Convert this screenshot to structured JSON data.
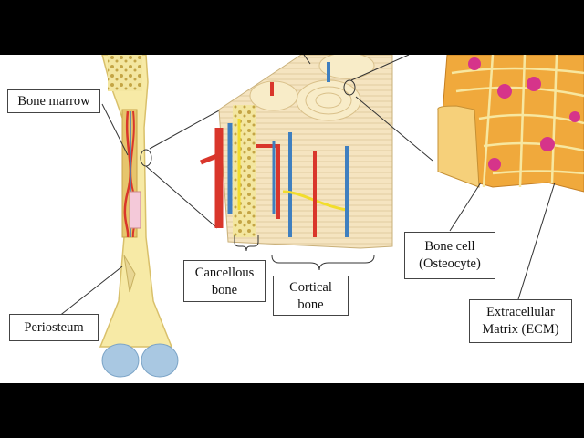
{
  "labels": {
    "bone_marrow": "Bone marrow",
    "periosteum": "Periosteum",
    "cancellous_line1": "Cancellous",
    "cancellous_line2": "bone",
    "cortical_line1": "Cortical",
    "cortical_line2": "bone",
    "bone_cell_line1": "Bone cell",
    "bone_cell_line2": "(Osteocyte)",
    "ecm_line1": "Extracellular",
    "ecm_line2": "Matrix (ECM)"
  },
  "colors": {
    "bone_shaft": "#f7eaa6",
    "bone_outline": "#d9c06a",
    "cartilage": "#a9c8e2",
    "artery": "#d9362b",
    "vein": "#3f7fbf",
    "nerve": "#f2dd2c",
    "osteon": "#f8ecc8",
    "cell_magenta": "#d6348a",
    "matrix": "#f0a93c"
  }
}
